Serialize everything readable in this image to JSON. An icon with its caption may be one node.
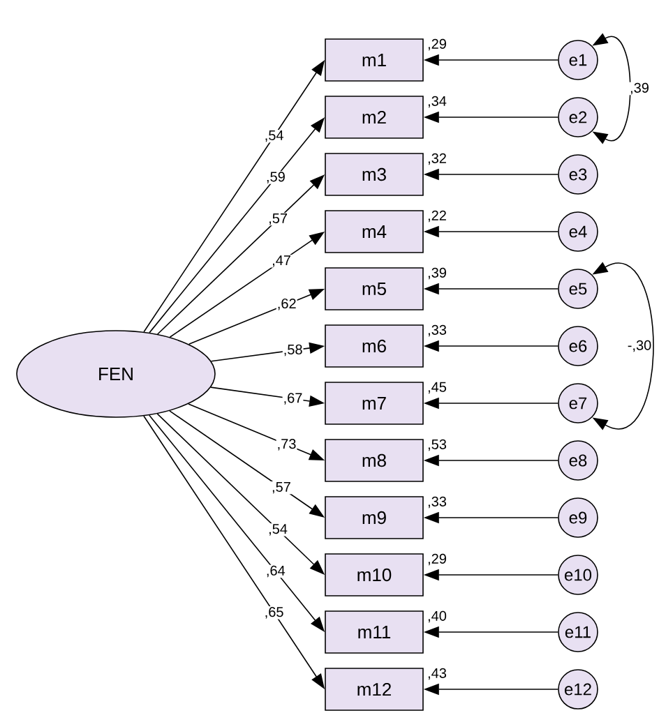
{
  "diagram": {
    "nodes": [
      {
        "text": [
          "FEN"
        ]
      },
      {
        "text": [
          "m1"
        ],
        "beside": [
          ",29"
        ]
      },
      {
        "text": [
          "m2"
        ],
        "beside": [
          ",34"
        ]
      },
      {
        "text": [
          "m3"
        ],
        "beside": [
          ",32"
        ]
      },
      {
        "text": [
          "m4"
        ],
        "beside": [
          ",22"
        ]
      },
      {
        "text": [
          "m5"
        ],
        "beside": [
          ",39"
        ]
      },
      {
        "text": [
          "m6"
        ],
        "beside": [
          ",33"
        ]
      },
      {
        "text": [
          "m7"
        ],
        "beside": [
          ",45"
        ]
      },
      {
        "text": [
          "m8"
        ],
        "beside": [
          ",53"
        ]
      },
      {
        "text": [
          "m9"
        ],
        "beside": [
          ",33"
        ]
      },
      {
        "text": [
          "m10"
        ],
        "beside": [
          ",29"
        ]
      },
      {
        "text": [
          "m11"
        ],
        "beside": [
          ",40"
        ]
      },
      {
        "text": [
          "m12"
        ],
        "beside": [
          ",43"
        ]
      },
      {
        "text": [
          "e1"
        ]
      },
      {
        "text": [
          "e2"
        ]
      },
      {
        "text": [
          "e3"
        ]
      },
      {
        "text": [
          "e4"
        ]
      },
      {
        "text": [
          "e5"
        ]
      },
      {
        "text": [
          "e6"
        ]
      },
      {
        "text": [
          "e7"
        ]
      },
      {
        "text": [
          "e8"
        ]
      },
      {
        "text": [
          "e9"
        ]
      },
      {
        "text": [
          "e10"
        ]
      },
      {
        "text": [
          "e11"
        ]
      },
      {
        "text": [
          "e12"
        ]
      }
    ],
    "edges": [
      {
        "from": 0,
        "to": 1,
        "arrow": "to",
        "label": ",54"
      },
      {
        "from": 0,
        "to": 2,
        "arrow": "to",
        "label": ",59"
      },
      {
        "from": 0,
        "to": 3,
        "arrow": "to",
        "label": ",57"
      },
      {
        "from": 0,
        "to": 4,
        "arrow": "to",
        "label": ",47"
      },
      {
        "from": 0,
        "to": 5,
        "arrow": "to",
        "label": ",62"
      },
      {
        "from": 0,
        "to": 6,
        "arrow": "to",
        "label": ",58"
      },
      {
        "from": 0,
        "to": 7,
        "arrow": "to",
        "label": ",67"
      },
      {
        "from": 0,
        "to": 8,
        "arrow": "to",
        "label": ",73"
      },
      {
        "from": 0,
        "to": 9,
        "arrow": "to",
        "label": ",57"
      },
      {
        "from": 0,
        "to": 10,
        "arrow": "to",
        "label": ",54"
      },
      {
        "from": 0,
        "to": 11,
        "arrow": "to",
        "label": ",64"
      },
      {
        "from": 0,
        "to": 12,
        "arrow": "to",
        "label": ",65"
      },
      {
        "from": 13,
        "to": 1,
        "arrow": "to"
      },
      {
        "from": 14,
        "to": 2,
        "arrow": "to"
      },
      {
        "from": 15,
        "to": 3,
        "arrow": "to"
      },
      {
        "from": 16,
        "to": 4,
        "arrow": "to"
      },
      {
        "from": 17,
        "to": 5,
        "arrow": "to"
      },
      {
        "from": 18,
        "to": 6,
        "arrow": "to"
      },
      {
        "from": 19,
        "to": 7,
        "arrow": "to"
      },
      {
        "from": 20,
        "to": 8,
        "arrow": "to"
      },
      {
        "from": 21,
        "to": 9,
        "arrow": "to"
      },
      {
        "from": 22,
        "to": 10,
        "arrow": "to"
      },
      {
        "from": 23,
        "to": 11,
        "arrow": "to"
      },
      {
        "from": 24,
        "to": 12,
        "arrow": "to"
      },
      {
        "from": 13,
        "to": 14,
        "arrow": "both",
        "label": ",39"
      },
      {
        "from": 17,
        "to": 19,
        "arrow": "both",
        "label": "-,30"
      }
    ]
  }
}
